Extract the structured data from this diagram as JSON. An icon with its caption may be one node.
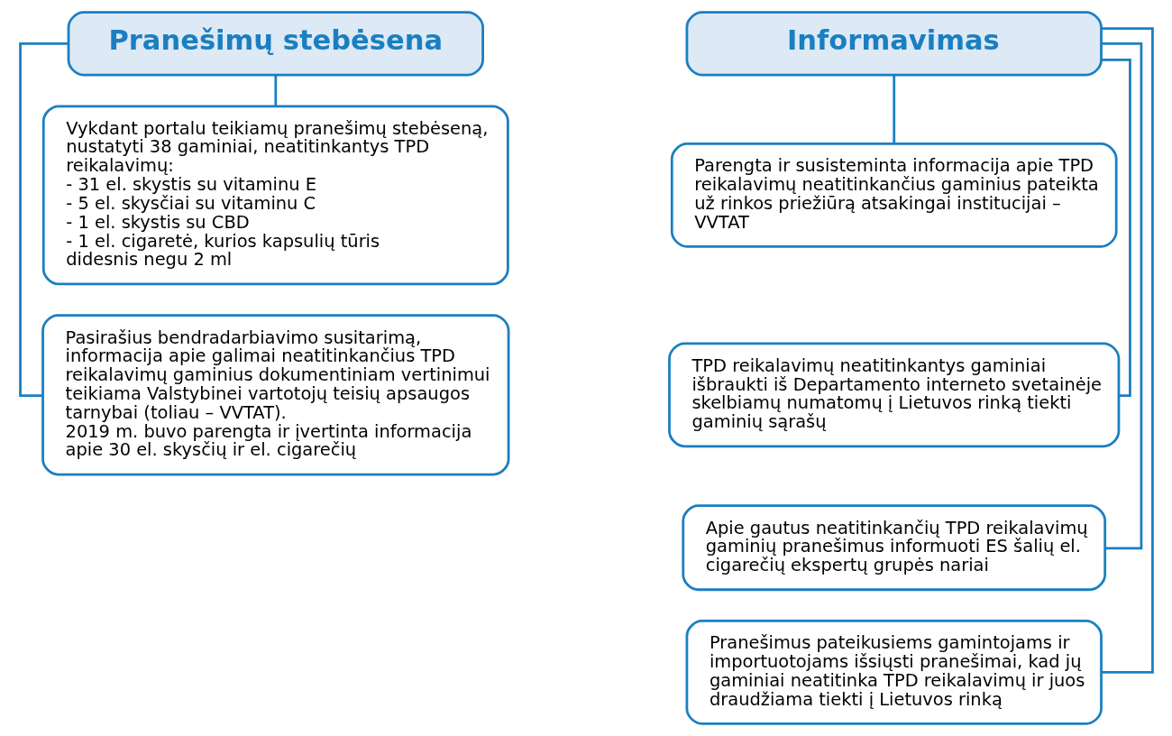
{
  "diagram": {
    "nodes": [
      {
        "text": [
          "Pranešimų stebėsena"
        ]
      },
      {
        "text": [
          "Vykdant portalu teikiamų pranešimų stebėseną, nustatyti 38 gaminiai, neatitinkantys TPD reikalavimų:",
          "- 31 el. skystis su vitaminu E",
          "- 5 el. skysčiai su vitaminu C",
          "- 1 el. skystis su CBD",
          "- 1 el. cigaretė, kurios kapsulių tūris didesnis negu 2 ml"
        ]
      },
      {
        "text": [
          "Pasirašius bendradarbiavimo susitarimą, informacija apie galimai neatitinkančius TPD reikalavimų gaminius dokumentiniam vertinimui teikiama Valstybinei vartotojų teisių apsaugos tarnybai (toliau – VVTAT).",
          "2019 m. buvo parengta ir įvertinta informacija apie 30 el. skysčių ir el. cigarečių"
        ]
      },
      {
        "text": [
          "Informavimas"
        ]
      },
      {
        "text": [
          "Parengta ir susisteminta informacija apie TPD reikalavimų neatitinkančius gaminius pateikta už rinkos priežiūrą atsakingai institucijai – VVTAT"
        ]
      },
      {
        "text": [
          "TPD reikalavimų neatitinkantys gaminiai išbraukti iš Departamento interneto svetainėje skelbiamų numatomų į Lietuvos rinką tiekti gaminių sąrašų"
        ]
      },
      {
        "text": [
          "Apie gautus neatitinkančių TPD reikalavimų gaminių pranešimus informuoti ES šalių el. cigarečių ekspertų grupės nariai"
        ]
      },
      {
        "text": [
          "Pranešimus pateikusiems gamintojams ir importuotojams išsiųsti pranešimai, kad jų gaminiai neatitinka TPD reikalavimų ir juos draudžiama tiekti į Lietuvos rinką"
        ]
      }
    ],
    "edges": [
      {
        "from": 0,
        "to": 1,
        "arrow": "none"
      },
      {
        "from": 0,
        "to": 2,
        "arrow": "none"
      },
      {
        "from": 3,
        "to": 4,
        "arrow": "none"
      },
      {
        "from": 3,
        "to": 5,
        "arrow": "none"
      },
      {
        "from": 3,
        "to": 6,
        "arrow": "none"
      },
      {
        "from": 3,
        "to": 7,
        "arrow": "none"
      }
    ]
  }
}
